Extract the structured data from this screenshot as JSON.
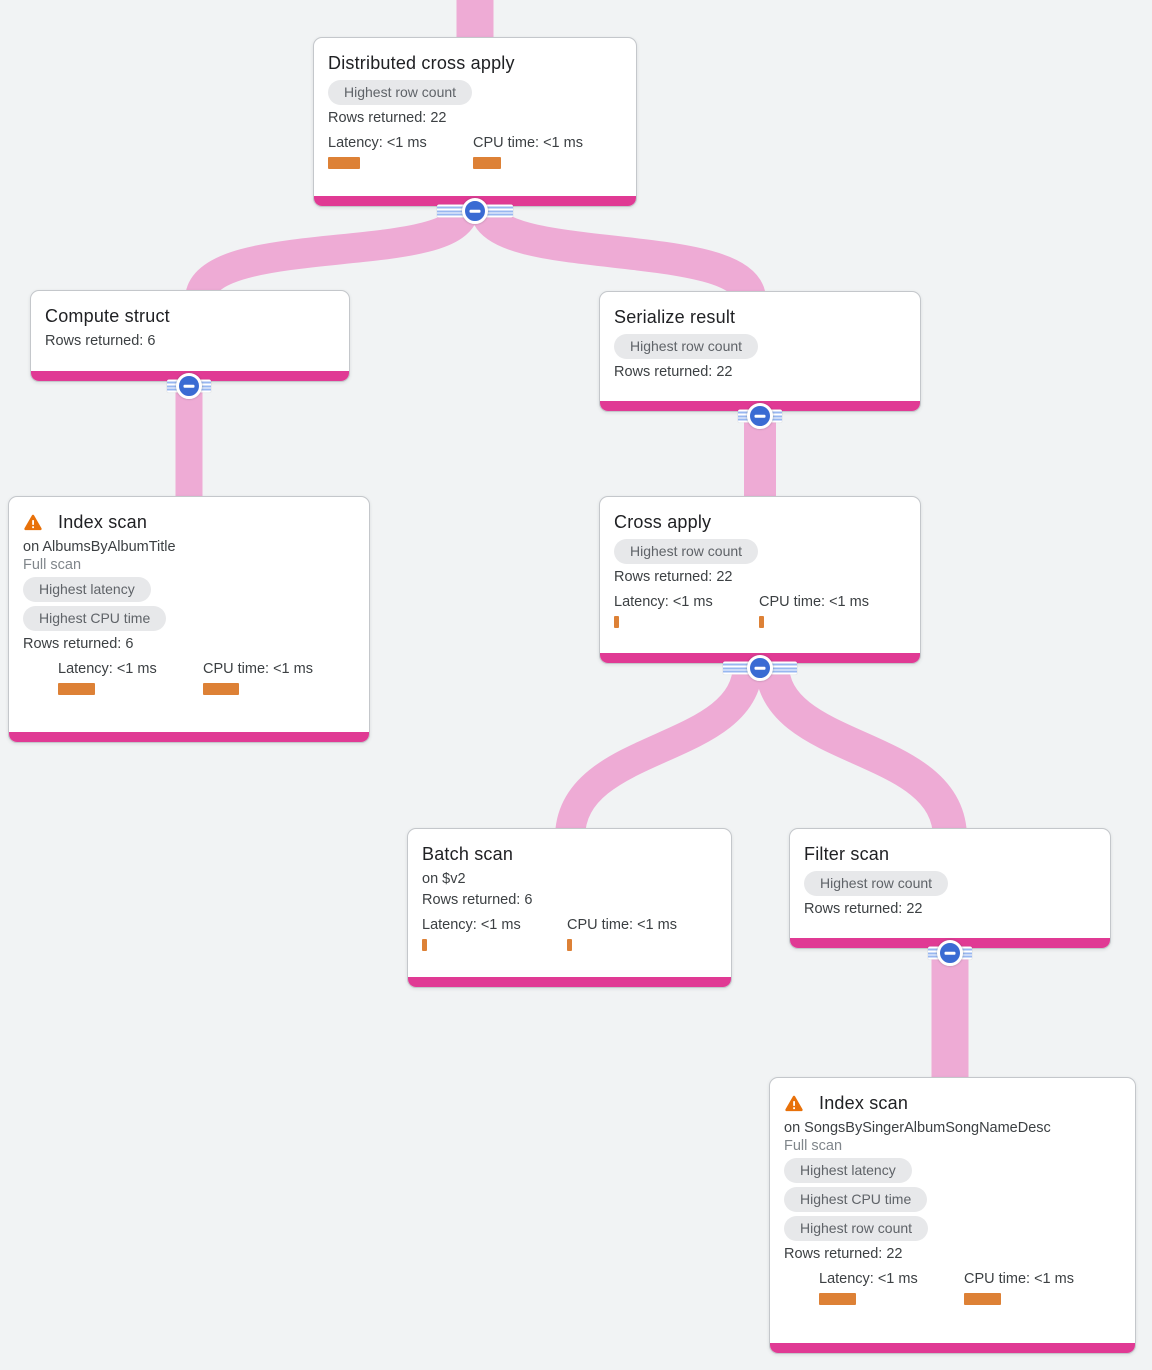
{
  "colors": {
    "background": "#f1f3f4",
    "link_pink": "#eeabd5",
    "accent_bar_pink": "#e03a94",
    "badge_bg": "#e7e8ea",
    "badge_text": "#5f6368",
    "metric_bar_orange": "#dd8136",
    "collapse_blue": "#3a6bd3",
    "warning_orange": "#e8710a"
  },
  "nodes": [
    {
      "id": "distributed-cross-apply",
      "title": "Distributed cross apply",
      "warning": false,
      "badges": [
        "Highest row count"
      ],
      "rows": "Rows returned: 22",
      "metrics": {
        "latency": {
          "label": "Latency: <1 ms",
          "bar": 32
        },
        "cpu": {
          "label": "CPU time: <1 ms",
          "bar": 28
        }
      },
      "collapsible": true
    },
    {
      "id": "compute-struct",
      "title": "Compute struct",
      "warning": false,
      "badges": [],
      "rows": "Rows returned: 6",
      "metrics": null,
      "collapsible": true
    },
    {
      "id": "serialize-result",
      "title": "Serialize result",
      "warning": false,
      "badges": [
        "Highest row count"
      ],
      "rows": "Rows returned: 22",
      "metrics": null,
      "collapsible": true
    },
    {
      "id": "index-scan-albums",
      "title": "Index scan",
      "warning": true,
      "subtitle": "on AlbumsByAlbumTitle",
      "note": "Full scan",
      "badges": [
        "Highest latency",
        "Highest CPU time"
      ],
      "rows": "Rows returned: 6",
      "metrics": {
        "latency": {
          "label": "Latency: <1 ms",
          "bar": 37
        },
        "cpu": {
          "label": "CPU time: <1 ms",
          "bar": 36
        }
      },
      "collapsible": false
    },
    {
      "id": "cross-apply",
      "title": "Cross apply",
      "warning": false,
      "badges": [
        "Highest row count"
      ],
      "rows": "Rows returned: 22",
      "metrics": {
        "latency": {
          "label": "Latency: <1 ms",
          "bar": 5
        },
        "cpu": {
          "label": "CPU time: <1 ms",
          "bar": 5
        }
      },
      "collapsible": true
    },
    {
      "id": "batch-scan",
      "title": "Batch scan",
      "warning": false,
      "subtitle": "on $v2",
      "badges": [],
      "rows": "Rows returned: 6",
      "metrics": {
        "latency": {
          "label": "Latency: <1 ms",
          "bar": 5
        },
        "cpu": {
          "label": "CPU time: <1 ms",
          "bar": 5
        }
      },
      "collapsible": false
    },
    {
      "id": "filter-scan",
      "title": "Filter scan",
      "warning": false,
      "badges": [
        "Highest row count"
      ],
      "rows": "Rows returned: 22",
      "metrics": null,
      "collapsible": true
    },
    {
      "id": "index-scan-songs",
      "title": "Index scan",
      "warning": true,
      "subtitle": "on SongsBySingerAlbumSongNameDesc",
      "note": "Full scan",
      "badges": [
        "Highest latency",
        "Highest CPU time",
        "Highest row count"
      ],
      "rows": "Rows returned: 22",
      "metrics": {
        "latency": {
          "label": "Latency: <1 ms",
          "bar": 37
        },
        "cpu": {
          "label": "CPU time: <1 ms",
          "bar": 37
        }
      },
      "collapsible": false
    }
  ],
  "edges": [
    {
      "from": "client",
      "to": "distributed-cross-apply"
    },
    {
      "from": "distributed-cross-apply",
      "to": "compute-struct"
    },
    {
      "from": "distributed-cross-apply",
      "to": "serialize-result"
    },
    {
      "from": "compute-struct",
      "to": "index-scan-albums"
    },
    {
      "from": "serialize-result",
      "to": "cross-apply"
    },
    {
      "from": "cross-apply",
      "to": "batch-scan"
    },
    {
      "from": "cross-apply",
      "to": "filter-scan"
    },
    {
      "from": "filter-scan",
      "to": "index-scan-songs"
    }
  ]
}
